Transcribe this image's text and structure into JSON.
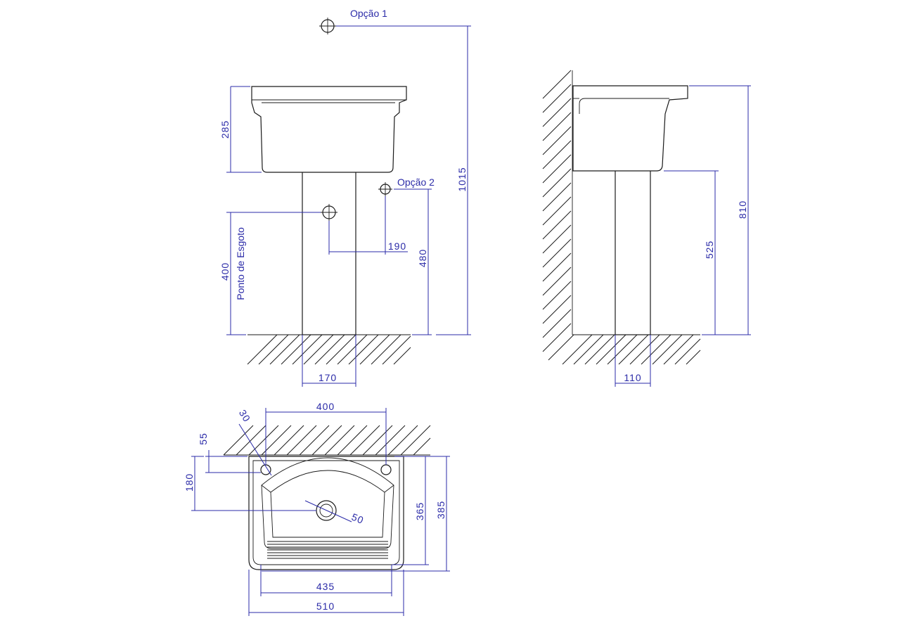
{
  "colors": {
    "dimension": "#2b2ba8",
    "outline": "#1a1a1a",
    "background": "#ffffff"
  },
  "labels": {
    "option1": "Opção 1",
    "option2": "Opção 2",
    "drain_point": "Ponto de Esgoto"
  },
  "front_view": {
    "dims": {
      "basin_height": "285",
      "drain_height": "400",
      "option2_offset": "190",
      "option2_height": "480",
      "option1_height": "1015",
      "pedestal_width": "170"
    }
  },
  "side_view": {
    "dims": {
      "pedestal_depth": "110",
      "basin_bottom_height": "525",
      "total_height": "810"
    }
  },
  "top_view": {
    "dims": {
      "hole_spacing": "400",
      "hole_angle": "30",
      "hole_offset": "55",
      "drain_offset": "180",
      "drain_diameter": "50",
      "inner_depth": "365",
      "outer_depth": "385",
      "inner_width": "435",
      "outer_width": "510"
    }
  }
}
